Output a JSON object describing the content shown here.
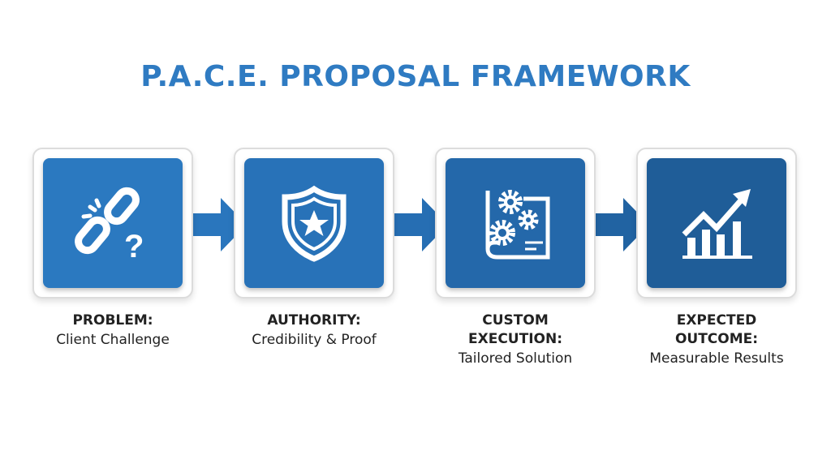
{
  "title": "P.A.C.E. PROPOSAL FRAMEWORK",
  "colors": {
    "title": "#2f7bc2",
    "step1": "#2b79c0",
    "step2": "#2872b8",
    "step3": "#2468aa",
    "step4": "#1f5d98"
  },
  "steps": [
    {
      "icon": "broken-link-question-icon",
      "heading": [
        "PROBLEM:"
      ],
      "subtitle": "Client Challenge"
    },
    {
      "icon": "shield-star-icon",
      "heading": [
        "AUTHORITY:"
      ],
      "subtitle": "Credibility & Proof"
    },
    {
      "icon": "blueprint-gears-icon",
      "heading": [
        "CUSTOM",
        "EXECUTION:"
      ],
      "subtitle": "Tailored Solution"
    },
    {
      "icon": "growth-chart-icon",
      "heading": [
        "EXPECTED",
        "OUTCOME:"
      ],
      "subtitle": "Measurable Results"
    }
  ]
}
